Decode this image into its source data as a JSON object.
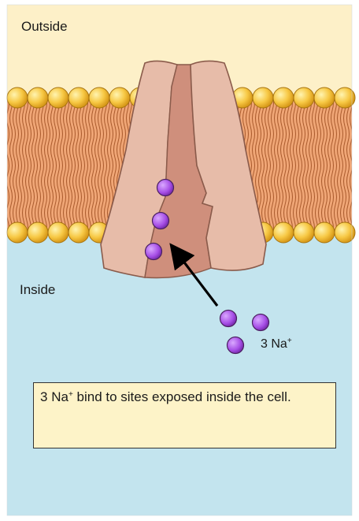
{
  "labels": {
    "outside": "Outside",
    "inside": "Inside"
  },
  "ions": {
    "count": "3",
    "symbol": "Na",
    "charge": "+"
  },
  "caption": {
    "count": "3",
    "symbol": "Na",
    "charge": "+",
    "text": " bind to sites exposed inside the cell."
  },
  "colors": {
    "outside_fluid": "#fdf0c8",
    "inside_fluid": "#c3e4ee",
    "membrane_tail": "#f0a676",
    "lipid_head": "#f7c844",
    "protein_light": "#e7bca9",
    "protein_dark": "#cf8f7c",
    "sodium_ion": "#a64ee6",
    "caption_box": "#fdf3c8"
  }
}
